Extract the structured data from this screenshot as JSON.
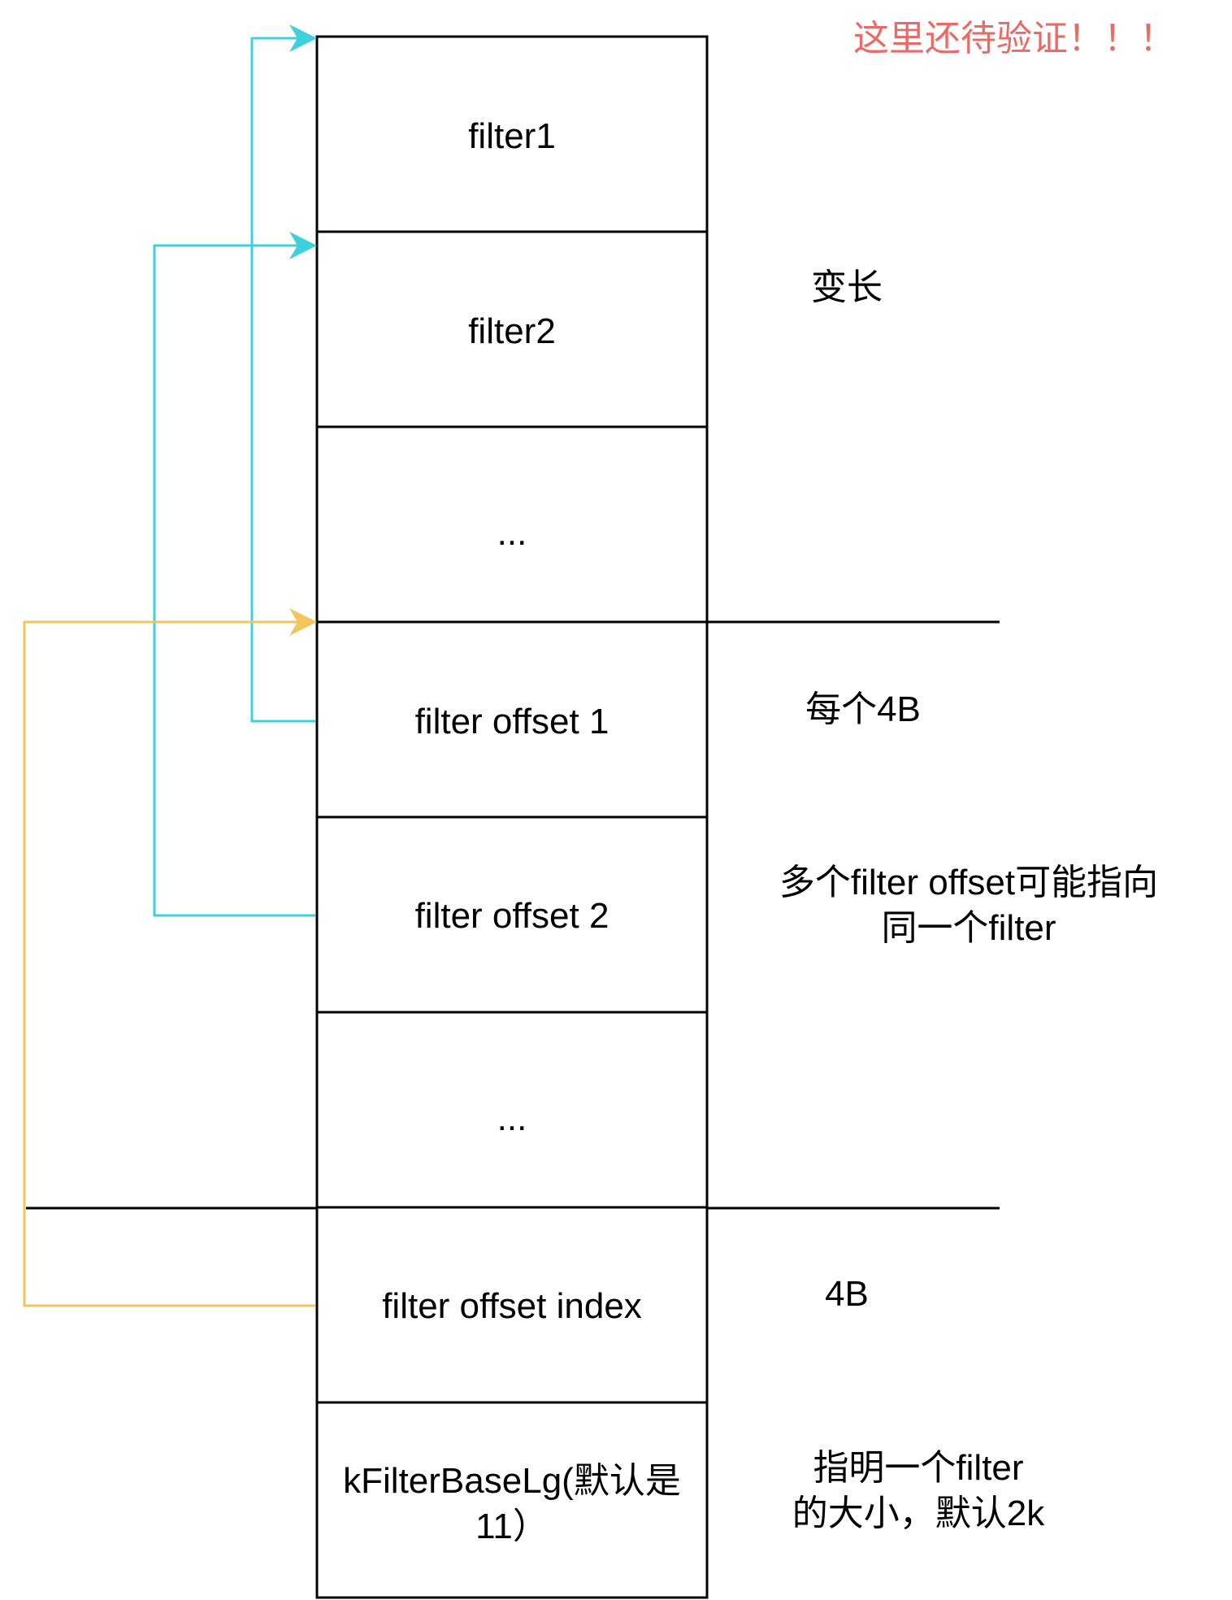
{
  "header": {
    "note": "这里还待验证！！！",
    "note_color": "#ea6b66"
  },
  "cells": [
    {
      "lines": [
        "filter1"
      ]
    },
    {
      "lines": [
        "filter2"
      ]
    },
    {
      "lines": [
        "..."
      ]
    },
    {
      "lines": [
        "filter offset 1"
      ]
    },
    {
      "lines": [
        "filter offset 2"
      ]
    },
    {
      "lines": [
        "..."
      ]
    },
    {
      "lines": [
        "filter offset index"
      ]
    },
    {
      "lines": [
        "kFilterBaseLg(默认是",
        "11）"
      ]
    }
  ],
  "annotations": [
    {
      "lines": [
        "变长"
      ]
    },
    {
      "lines": [
        "每个4B"
      ]
    },
    {
      "lines": [
        "多个filter offset可能指向",
        "同一个filter"
      ]
    },
    {
      "lines": [
        "4B"
      ]
    },
    {
      "lines": [
        "指明一个filter",
        "的大小，默认2k"
      ]
    }
  ],
  "colors": {
    "offset_arrow": "#3dd0dd",
    "index_arrow": "#f5c55b",
    "box_stroke": "#000000"
  }
}
